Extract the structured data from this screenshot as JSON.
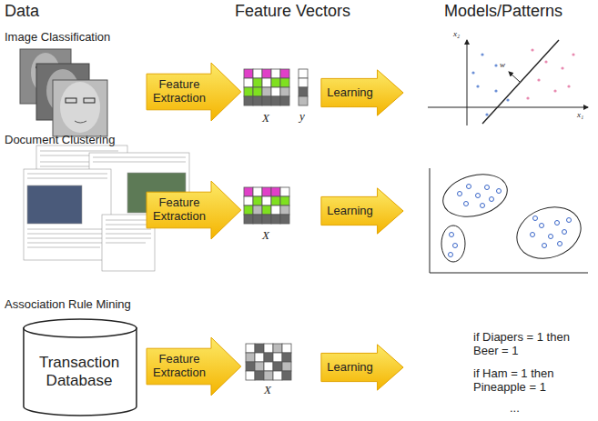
{
  "diagram": {
    "nodes": [
      {
        "text": [
          "Feature Extraction"
        ]
      },
      {
        "text": [
          "Learning"
        ]
      },
      {
        "text": [
          "Feature Extraction"
        ]
      },
      {
        "text": [
          "Learning"
        ]
      },
      {
        "text": [
          "Transaction Database"
        ]
      },
      {
        "text": [
          "Feature Extraction"
        ]
      },
      {
        "text": [
          "Learning"
        ]
      }
    ],
    "labels": [
      "Data",
      "Feature Vectors",
      "Models/Patterns",
      "Image Classification",
      "X",
      "y",
      "x₂",
      "w",
      "x₁",
      "Document Clustering",
      "X",
      "Association Rule Mining",
      "X",
      "if Diapers = 1 then Beer = 1",
      "if Ham = 1 then Pineapple = 1",
      "..."
    ]
  }
}
